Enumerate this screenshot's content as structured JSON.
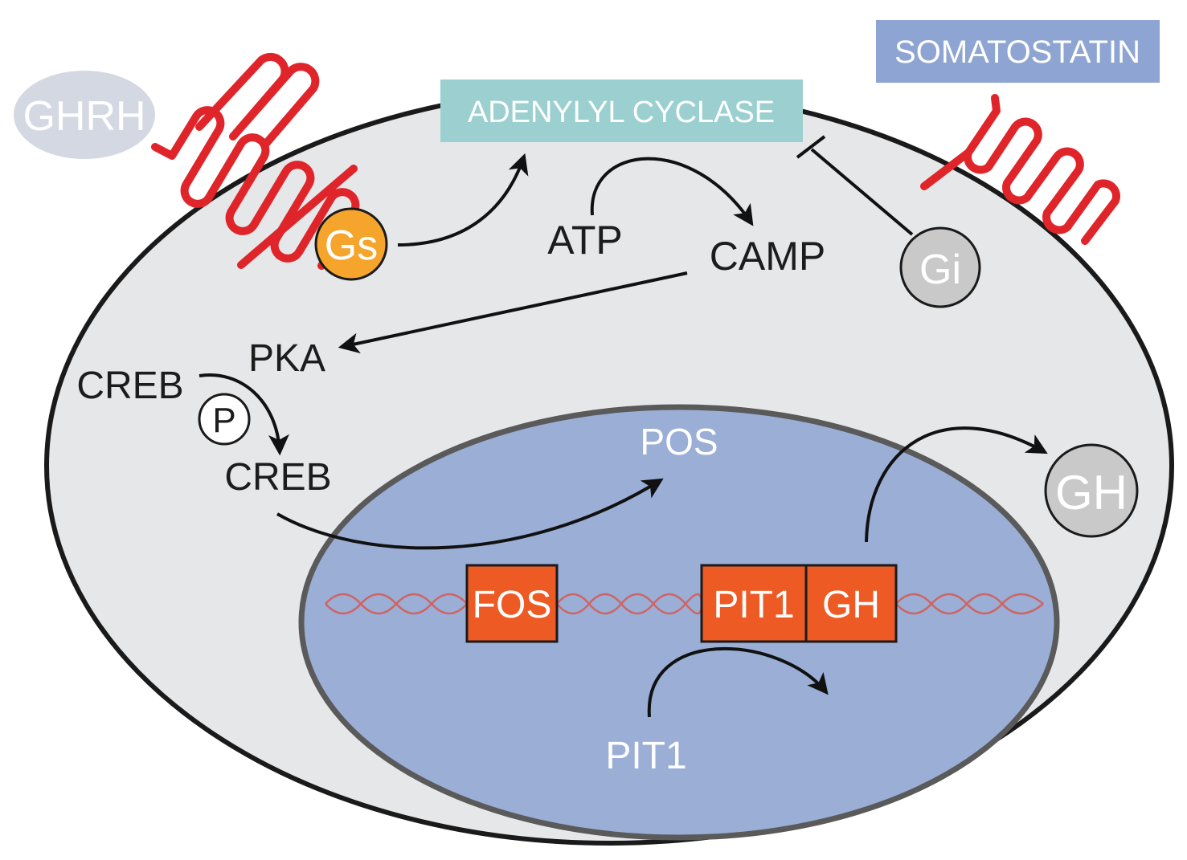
{
  "labels": {
    "ghrh": "GHRH",
    "somatostatin": "SOMATOSTATIN",
    "adenylyl_cyclase": "ADENYLYL CYCLASE",
    "gs": "Gs",
    "gi": "Gi",
    "atp": "ATP",
    "camp": "CAMP",
    "pka": "PKA",
    "creb_top": "CREB",
    "p": "P",
    "creb_bottom": "CREB",
    "pos": "POS",
    "gh_out": "GH",
    "fos": "FOS",
    "pit1_gene": "PIT1",
    "gh_gene": "GH",
    "pit1_protein": "PIT1"
  },
  "colors": {
    "cell_fill": "#e6e7e9",
    "nucleus_fill": "#9aaed6",
    "receptor_red": "#e0252a",
    "gs_orange": "#f5a52b",
    "gi_gray": "#c9c9c9",
    "adenylyl_teal": "#9cd0d0",
    "somatostatin_blue": "#8ea4d2",
    "gene_orange": "#ee5a24",
    "ghrh_blob": "#d4d8e3"
  }
}
